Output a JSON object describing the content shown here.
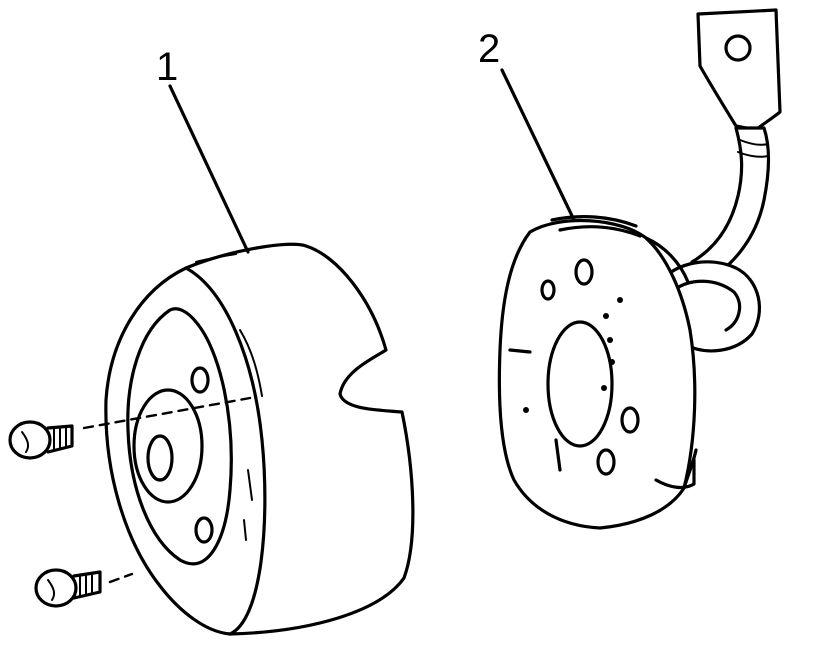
{
  "callouts": [
    {
      "id": 1,
      "label": "1"
    },
    {
      "id": 2,
      "label": "2"
    }
  ],
  "colors": {
    "ink": "#000000",
    "background": "#ffffff"
  }
}
